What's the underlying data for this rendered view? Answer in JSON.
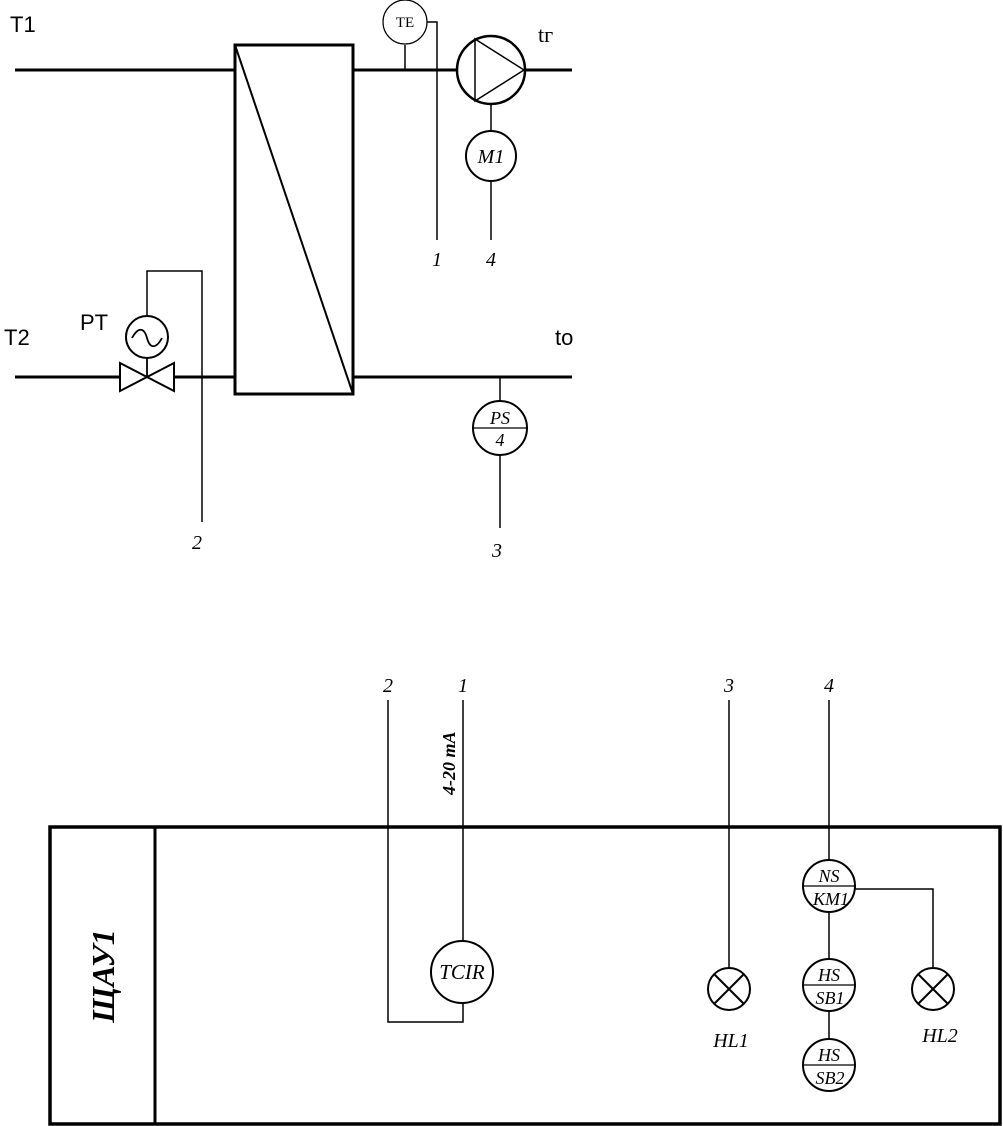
{
  "process": {
    "pipe_inlet_1": "T1",
    "pipe_inlet_2": "T2",
    "pipe_outlet_hot": "tг",
    "pipe_outlet_return": "to",
    "temp_sensor": "TE",
    "valve_actuator": "PT",
    "motor": "M1",
    "pressure_switch_top": "PS",
    "pressure_switch_bottom": "4",
    "line_temp": "1",
    "line_valve": "2",
    "line_pressure": "3",
    "line_motor": "4"
  },
  "panel": {
    "title": "ЩАУ1",
    "signal_label": "4-20 mA",
    "line_2": "2",
    "line_1": "1",
    "line_3": "3",
    "line_4": "4",
    "controller": "TCIR",
    "starter_top": "NS",
    "starter_bottom": "KM1",
    "button1_top": "HS",
    "button1_bottom": "SB1",
    "button2_top": "HS",
    "button2_bottom": "SB2",
    "lamp_1": "HL1",
    "lamp_2": "HL2"
  }
}
